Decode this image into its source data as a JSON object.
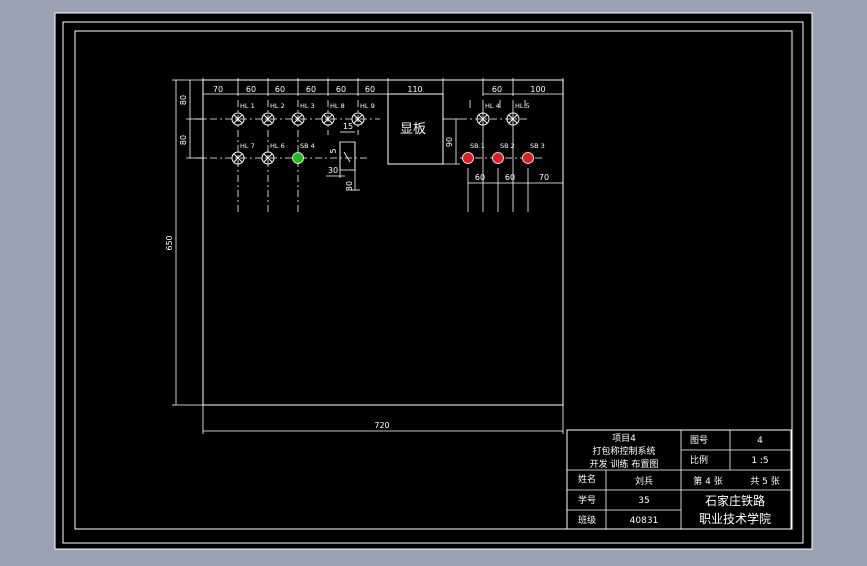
{
  "colors": {
    "background": "#9aa3b4",
    "sheet": "#000000",
    "line": "#ffffff",
    "lamp_green": "#19c019",
    "lamp_red": "#e01e1e"
  },
  "dimensions": {
    "top": [
      "70",
      "60",
      "60",
      "60",
      "60",
      "60",
      "110",
      "60",
      "100"
    ],
    "left": [
      "80",
      "80",
      "650"
    ],
    "bottom_total": "720",
    "right_bottom": [
      "60",
      "60",
      "70"
    ],
    "button_small": [
      "15",
      "5",
      "30",
      "30"
    ],
    "display_height": "90"
  },
  "components": {
    "lamps_top_left": [
      "HL 1",
      "HL 2",
      "HL 3",
      "HL 8",
      "HL 9"
    ],
    "lamps_top_right": [
      "HL 4",
      "HL 5"
    ],
    "lamps_row2": [
      "HL 7",
      "HL 6"
    ],
    "button_green": "SB 4",
    "buttons_red": [
      "SB 1",
      "SB 2",
      "SB 3"
    ],
    "display_label": "显板"
  },
  "title_block": {
    "project_line1": "项目4",
    "project_line2": "打包称控制系统",
    "project_line3": "开发 训练 布置图",
    "drawing_no_label": "图号",
    "drawing_no": "4",
    "scale_label": "比例",
    "scale": "1 :5",
    "sheet_label": "第 4 张",
    "total_label": "共 5 张",
    "name_label": "姓名",
    "name": "刘兵",
    "student_no_label": "学号",
    "student_no": "35",
    "class_label": "班级",
    "class": "40831",
    "school_line1": "石家庄铁路",
    "school_line2": "职业技术学院"
  }
}
